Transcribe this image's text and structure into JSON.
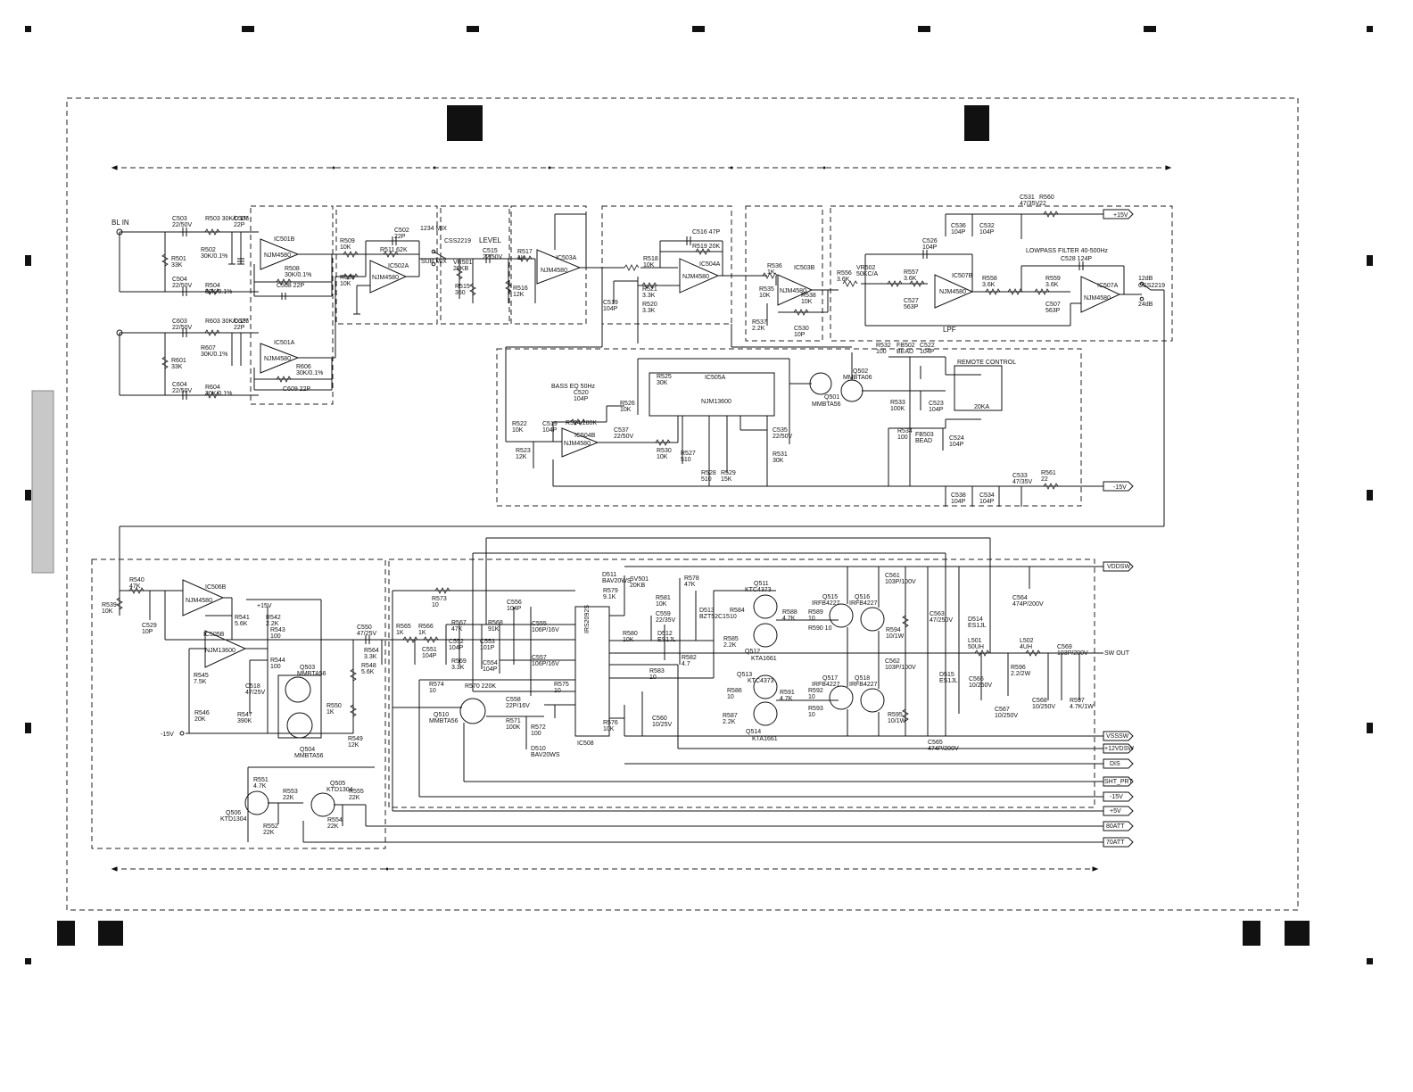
{
  "input": "BL IN",
  "connectors": [
    "VDDSW",
    "SW OUT",
    "VSSSW",
    "+12VDSW",
    "DIS",
    "SHT_PRT",
    "-15V",
    "+5V",
    "80ATT",
    "70ATT"
  ],
  "rails": [
    "+15V",
    "-15V"
  ],
  "labels": {
    "mix": "1234 MIX",
    "sub_mix": "SUB MIX",
    "level": "LEVEL",
    "bass_eq": "BASS EQ  50Hz",
    "lowpass_filter": "LOWPASS FILTER  40-500Hz",
    "lpf": "LPF",
    "remote_control": "REMOTE CONTROL",
    "sw_12db": "12dB",
    "sw_24db": "24dB",
    "css_a": "CSS2219",
    "css_b": "CSS2219",
    "minus15v_in": "-15V",
    "plus15v_loc": "+15V",
    "pot_20ka": "20KA"
  },
  "ics": [
    {
      "ref": "IC501B",
      "part": "NJM4580"
    },
    {
      "ref": "IC501A",
      "part": "NJM4580"
    },
    {
      "ref": "IC502A",
      "part": "NJM4580"
    },
    {
      "ref": "IC503A",
      "part": "NJM4580"
    },
    {
      "ref": "IC504A",
      "part": "NJM4580"
    },
    {
      "ref": "IC503B",
      "part": "NJM4580"
    },
    {
      "ref": "IC507B",
      "part": "NJM4580"
    },
    {
      "ref": "IC507A",
      "part": "NJM4580"
    },
    {
      "ref": "IC505A",
      "part": "NJM13600"
    },
    {
      "ref": "IC504B",
      "part": "NJM4580"
    },
    {
      "ref": "IC506B",
      "part": "NJM4580"
    },
    {
      "ref": "IC505B",
      "part": "NJM13600"
    },
    {
      "ref": "IC508",
      "part": "IRS2092S"
    }
  ],
  "transistors": [
    {
      "ref": "Q511",
      "part": "KTC4373"
    },
    {
      "ref": "Q512",
      "part": "KTA1661"
    },
    {
      "ref": "Q513",
      "part": "KTC4373"
    },
    {
      "ref": "Q514",
      "part": "KTA1661"
    },
    {
      "ref": "Q515",
      "part": "IRFB4227"
    },
    {
      "ref": "Q516",
      "part": "IRFB4227"
    },
    {
      "ref": "Q517",
      "part": "IRFB4227"
    },
    {
      "ref": "Q518",
      "part": "IRFB4227"
    },
    {
      "ref": "Q502",
      "part": "MMBTA06"
    },
    {
      "ref": "Q501",
      "part": "MMBTA56"
    },
    {
      "ref": "Q503",
      "part": "MMBTA56"
    },
    {
      "ref": "Q504",
      "part": "MMBTA56"
    },
    {
      "ref": "Q505",
      "part": "KTD1304"
    },
    {
      "ref": "Q506",
      "part": "KTD1304"
    },
    {
      "ref": "Q510",
      "part": "MMBTA56"
    }
  ],
  "components": {
    "c503": "C503\n22/50V",
    "r503": "R503 30K/0.1%",
    "c507": "C507\n22P",
    "r501": "R501\n33K",
    "r502": "R502\n30K/0.1%",
    "r508": "R508\n30K/0.1%",
    "c508": "C508 22P",
    "c504": "C504\n22/50V",
    "r504": "R504\n30K/0.1%",
    "c603": "C603\n22/50V",
    "r603": "R603 30K/0.1%",
    "c627": "C627\n22P",
    "r601": "R601\n33K",
    "r607": "R607\n30K/0.1%",
    "r606": "R606\n30K/0.1%",
    "c609": "C609 22P",
    "c604": "C604\n22/50V",
    "r604": "R604\n30K/0.1%",
    "r509": "R509\n10K",
    "r609": "R609\n10K",
    "c502": "C502\n22P",
    "r511": "R511 62K",
    "vr501": "VR501\n20KB",
    "r515": "R515\n360",
    "c515": "C515\n22/50V",
    "r517": "R517\n1K",
    "r516": "R516\n12K",
    "r518": "R518\n10K",
    "c516": "C516  47P",
    "r519": "R519 20K",
    "c519b": "C519\n104P",
    "r521": "R521\n3.3K",
    "r520": "R520\n3.3K",
    "r536": "R536\n1K",
    "r535": "R535\n10K",
    "r537": "R537\n2.2K",
    "r538": "R538\n10K",
    "c530": "C530\n10P",
    "r556": "R556\n3.6K",
    "vr502": "VR502\n50KC/A",
    "c526": "C526\n104P",
    "r557": "R557\n3.6K",
    "c527": "C527\n563P",
    "r558": "R558\n3.6K",
    "c528": "C528  124P",
    "r559": "R559\n3.6K",
    "c507b": "C507\n563P",
    "c531": "C531\n47/35V",
    "r560": "R560\n22",
    "c532": "C532\n104P",
    "c536": "C536\n104P",
    "r532": "R532\n100",
    "fb502": "FB502\nBEAD",
    "c522": "C522\n104P",
    "c523": "C523\n104P",
    "r533": "R533\n100K",
    "r534": "R534\n100",
    "fb503": "FB503\nBEAD",
    "c524": "C524\n104P",
    "c533": "C533\n47/35V",
    "r561": "R561\n22",
    "c538": "C538\n104P",
    "c534": "C534\n104P",
    "c520": "C520\n104P",
    "r524": "R524 180K",
    "r522": "R522\n10K",
    "c519": "C519\n104P",
    "r523": "R523\n12K",
    "c537": "C537\n22/50V",
    "r530": "R530\n10K",
    "r527": "R527\n510",
    "r528": "R528\n510",
    "r529": "R529\n15K",
    "r531": "R531\n30K",
    "c535": "C535\n22/50V",
    "r525": "R525\n30K",
    "r526": "R526\n10K",
    "r540": "R540\n47K",
    "r539": "R539\n10K",
    "c529": "C529\n10P",
    "r541": "R541\n5.6K",
    "r542": "R542\n2.2K",
    "r543": "R543\n100",
    "r544": "R544\n100",
    "r545": "R545\n7.5K",
    "r546": "R546\n20K",
    "c518": "C518\n47/25V",
    "r547": "R547\n390K",
    "r548": "R548\n5.6K",
    "r550": "R550\n1K",
    "r549": "R549\n12K",
    "c550": "C550\n47/25V",
    "r564": "R564\n3.3K",
    "r551": "R551\n4.7K",
    "r553": "R553\n22K",
    "r554": "R554\n22K",
    "r555": "R555\n22K",
    "r552": "R552\n22K",
    "r573": "R573\n10",
    "r565": "R565\n1K",
    "r566": "R566\n1K",
    "c551": "C551\n104P",
    "r567": "R567\n47K",
    "c552": "C552\n104P",
    "r568": "R568\n91K",
    "c553": "C553\n101P",
    "r569": "R569\n3.3K",
    "c554": "C554\n104P",
    "c556": "C556\n104P",
    "c555": "C555\n106P/16V",
    "c557": "C557\n106P/16V",
    "r574": "R574\n10",
    "r570": "R570 220K",
    "c558": "C558\n22P/16V",
    "r571": "R571\n100K",
    "r572": "R572\n100",
    "d510": "D510\nBAV20WS",
    "r575": "R575\n10",
    "r576": "R576\n10K",
    "c560": "C560\n10/25V",
    "d511": "D511\nBAV20WS",
    "r579": "R579\n9.1K",
    "sv501": "SV501\n20KB",
    "r581": "R581\n10K",
    "c559": "C559\n22/35V",
    "r580": "R580\n10K",
    "d512": "D512\nES1JL",
    "r578": "R578\n47K",
    "d513": "D513\nBZT52C15",
    "r583": "R583\n10",
    "r582": "R582\n4.7",
    "r584": "R584\n10",
    "r585": "R585\n2.2K",
    "r588": "R588\n4.7K",
    "r589": "R589\n10",
    "r590": "R590  10",
    "r594": "R594\n10/1W",
    "c561": "C561\n103P/100V",
    "c562": "C562\n103P/100V",
    "c563": "C563\n47/250V",
    "d514": "D514\nES1JL",
    "d515": "D515\nES1JL",
    "l501": "L501\n50UH",
    "l502": "L502\n4UH",
    "c564": "C564\n474P/200V",
    "c565": "C565\n474P/200V",
    "c566": "C566\n10/250V",
    "c567": "C567\n10/250V",
    "r596": "R596\n2.2/2W",
    "c568": "C568\n10/250V",
    "c569": "C569\n103P/200V",
    "r597": "R597\n4.7K/1W",
    "r586": "R586\n10",
    "r587": "R587\n2.2K",
    "r591": "R591\n4.7K",
    "r592": "R592\n10",
    "r593": "R593\n10",
    "r595": "R595\n10/1W"
  }
}
